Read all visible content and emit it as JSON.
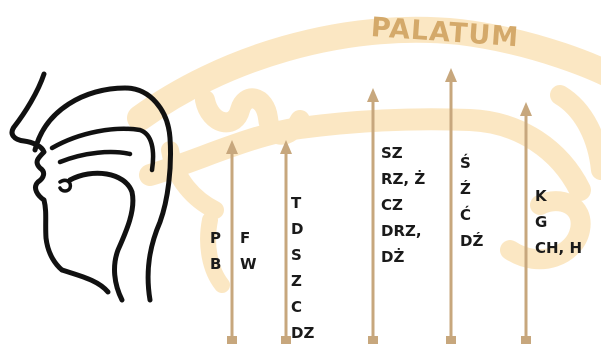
{
  "title": "PALATUM",
  "colors": {
    "title": "#d4a96a",
    "arrow": "#c7a77d",
    "wave": "#fbe7c3",
    "head": "#111111",
    "text": "#1a1a1a"
  },
  "groups": [
    {
      "id": "labial",
      "letters": [
        "P",
        "B"
      ]
    },
    {
      "id": "labiodental",
      "letters": [
        "F",
        "W"
      ]
    },
    {
      "id": "dental",
      "letters": [
        "T",
        "D",
        "S",
        "Z",
        "C",
        "DZ"
      ]
    },
    {
      "id": "alveolar",
      "letters": [
        "SZ",
        "RZ, Ż",
        "CZ",
        "DRZ,",
        "DŻ"
      ]
    },
    {
      "id": "palatal",
      "letters": [
        "Ś",
        "Ź",
        "Ć",
        "DŹ"
      ]
    },
    {
      "id": "velar",
      "letters": [
        "K",
        "G",
        "CH, H"
      ]
    }
  ]
}
